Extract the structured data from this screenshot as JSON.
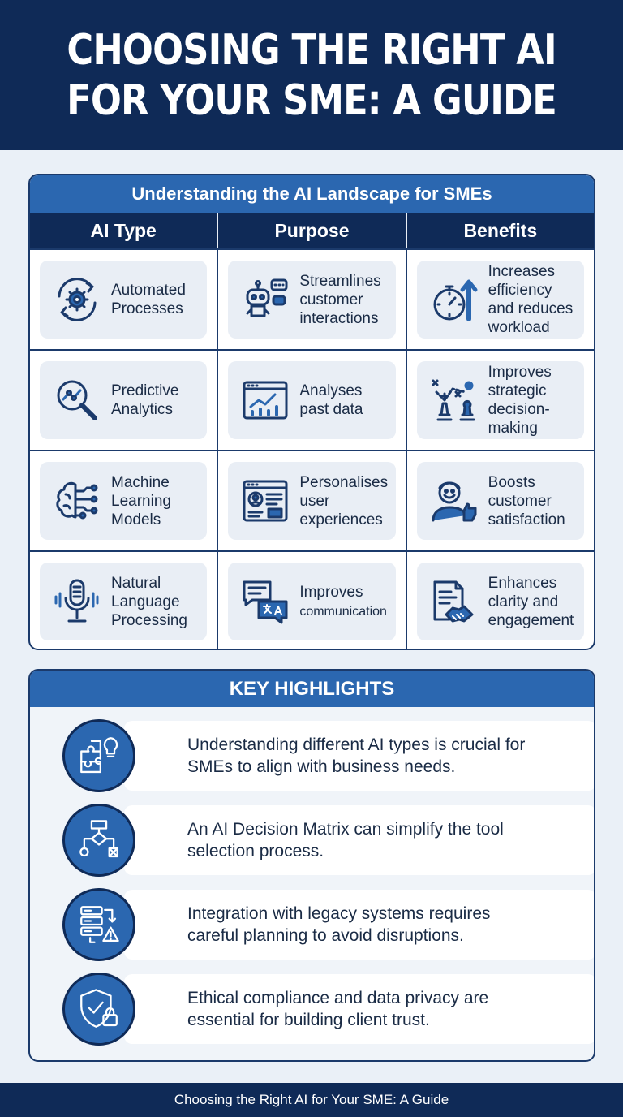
{
  "header": {
    "title_line1": "CHOOSING THE RIGHT AI",
    "title_line2": "FOR YOUR SME: A GUIDE"
  },
  "landscape": {
    "title": "Understanding the AI Landscape for SMEs",
    "columns": [
      "AI Type",
      "Purpose",
      "Benefits"
    ],
    "rows": [
      {
        "type": {
          "icon": "gear-cycle-icon",
          "l1": "Automated",
          "l2": "Processes"
        },
        "purpose": {
          "icon": "chatbot-icon",
          "l1": "Streamlines",
          "l2": "customer",
          "l3": "interactions"
        },
        "benefit": {
          "icon": "stopwatch-arrow-icon",
          "l1": "Increases",
          "l2": "efficiency",
          "l3": "and reduces",
          "l4": "workload"
        }
      },
      {
        "type": {
          "icon": "magnifier-chart-icon",
          "l1": "Predictive",
          "l2": "Analytics"
        },
        "purpose": {
          "icon": "chart-window-icon",
          "l1": "Analyses",
          "l2": "past data"
        },
        "benefit": {
          "icon": "chess-strategy-icon",
          "l1": "Improves",
          "l2": "strategic",
          "l3": "decision-",
          "l4": "making"
        }
      },
      {
        "type": {
          "icon": "brain-circuit-icon",
          "l1": "Machine",
          "l2": "Learning",
          "l3": "Models"
        },
        "purpose": {
          "icon": "profile-page-icon",
          "l1": "Personalises",
          "l2": "user",
          "l3": "experiences"
        },
        "benefit": {
          "icon": "happy-customer-icon",
          "l1": "Boosts",
          "l2": "customer",
          "l3": "satisfaction"
        }
      },
      {
        "type": {
          "icon": "microphone-icon",
          "l1": "Natural",
          "l2": "Language",
          "l3": "Processing"
        },
        "purpose": {
          "icon": "translate-bubbles-icon",
          "l1": "Improves",
          "l2": "communication"
        },
        "benefit": {
          "icon": "handshake-document-icon",
          "l1": "Enhances",
          "l2": "clarity and",
          "l3": "engagement"
        }
      }
    ]
  },
  "highlights": {
    "title": "KEY HIGHLIGHTS",
    "items": [
      {
        "icon": "puzzle-bulb-icon",
        "l1": "Understanding different AI types is crucial for",
        "l2": "SMEs to align with business needs."
      },
      {
        "icon": "flowchart-icon",
        "l1": "An AI Decision Matrix can simplify the tool",
        "l2": "selection process."
      },
      {
        "icon": "server-warning-icon",
        "l1": "Integration with legacy systems requires",
        "l2": "careful planning to avoid disruptions."
      },
      {
        "icon": "shield-lock-icon",
        "l1": "Ethical compliance and data privacy are",
        "l2": "essential for building client trust."
      }
    ]
  },
  "footer": {
    "text": "Choosing the Right AI for Your SME: A Guide"
  },
  "colors": {
    "navy": "#0f2a57",
    "accent": "#2b67b0",
    "background": "#eaf0f7",
    "card": "#e9eef5"
  }
}
